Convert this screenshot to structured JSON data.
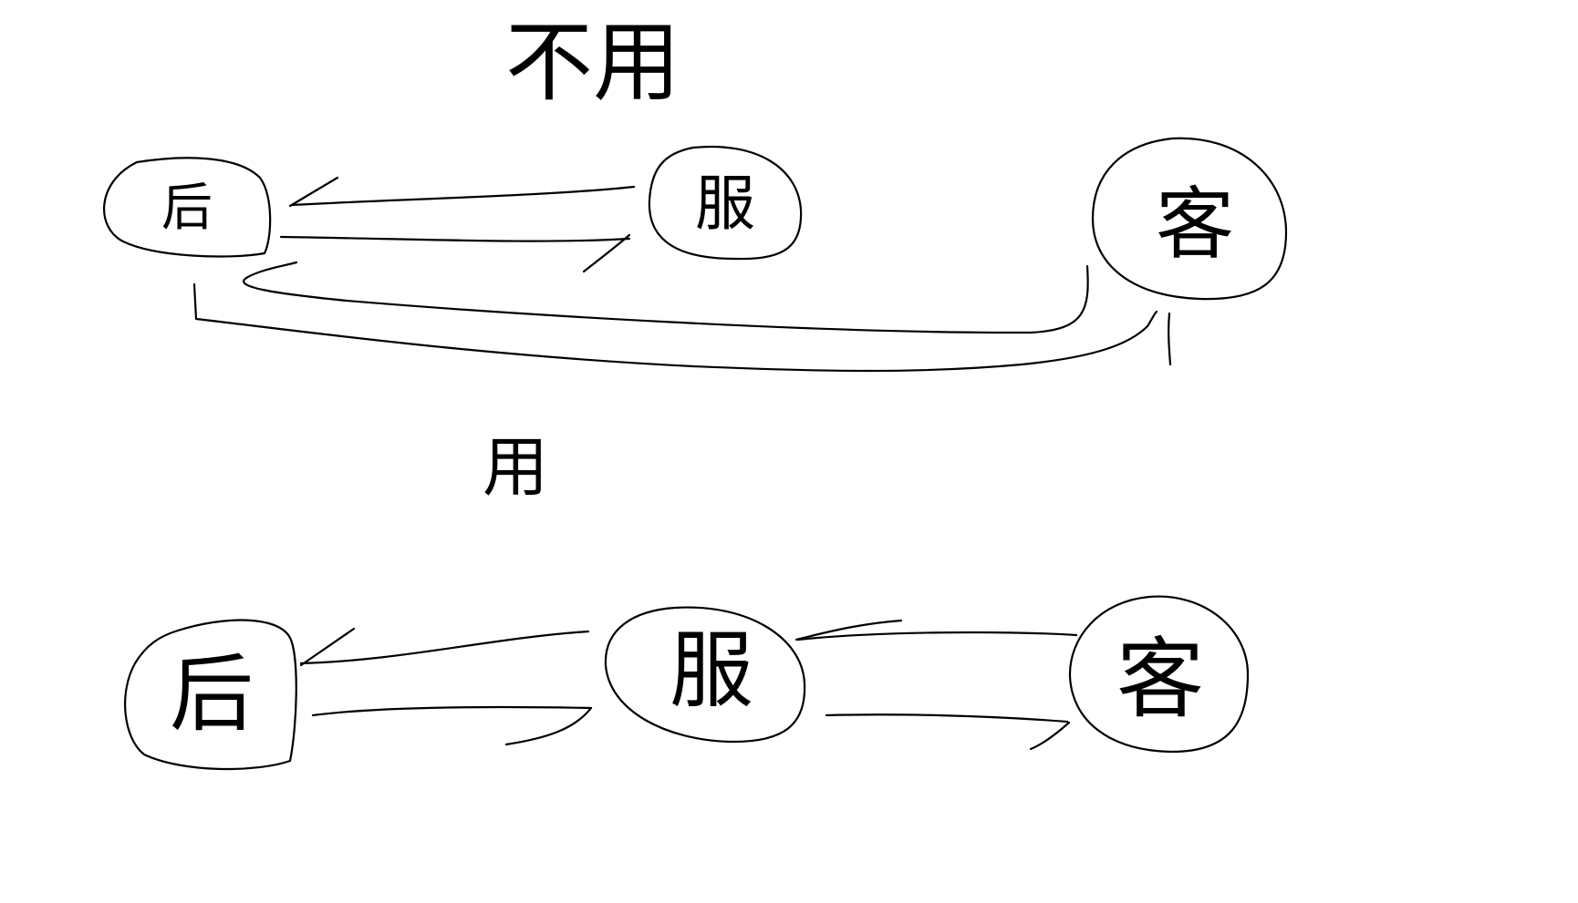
{
  "sections": {
    "top": {
      "label": "不用",
      "nodes": {
        "left": "后",
        "middle": "服",
        "right": "客"
      }
    },
    "bottom": {
      "label": "用",
      "nodes": {
        "left": "后",
        "middle": "服",
        "right": "客"
      }
    }
  },
  "colors": {
    "stroke": "#000000",
    "background": "#ffffff"
  }
}
